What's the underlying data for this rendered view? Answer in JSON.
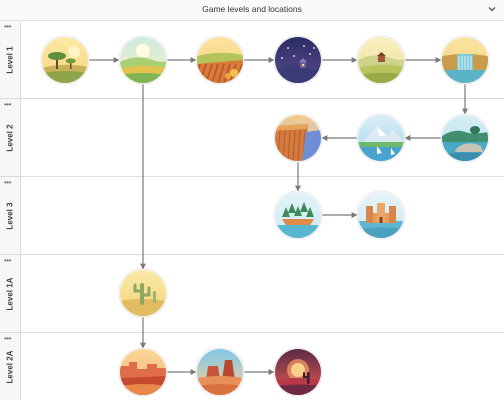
{
  "header": {
    "title": "Game levels and locations",
    "chevron_icon": "chevron-down-icon"
  },
  "lanes": [
    {
      "label": "Level 1"
    },
    {
      "label": "Level 2"
    },
    {
      "label": "Level 3"
    },
    {
      "label": "Level 1A"
    },
    {
      "label": "Level 2A"
    }
  ],
  "nodes": [
    {
      "id": "savanna",
      "scene": "savanna",
      "lane": 0
    },
    {
      "id": "meadow",
      "scene": "meadow",
      "lane": 0
    },
    {
      "id": "autumn-fields",
      "scene": "autumn-fields",
      "lane": 0
    },
    {
      "id": "night-village",
      "scene": "night",
      "lane": 0
    },
    {
      "id": "farm-hills",
      "scene": "farm-hills",
      "lane": 0
    },
    {
      "id": "waterfall-valley",
      "scene": "waterfall",
      "lane": 0
    },
    {
      "id": "seaside-rocks",
      "scene": "seaside",
      "lane": 1
    },
    {
      "id": "mountain-lake",
      "scene": "mountain-lake",
      "lane": 1
    },
    {
      "id": "cliff-sea",
      "scene": "cliff",
      "lane": 1
    },
    {
      "id": "forest-island",
      "scene": "island",
      "lane": 2
    },
    {
      "id": "castle-shore",
      "scene": "castle",
      "lane": 2
    },
    {
      "id": "cactus-desert",
      "scene": "cactus",
      "lane": 3
    },
    {
      "id": "red-canyon",
      "scene": "canyon",
      "lane": 4
    },
    {
      "id": "mesa-desert",
      "scene": "mesa",
      "lane": 4
    },
    {
      "id": "desert-sunset",
      "scene": "sunset",
      "lane": 4
    }
  ],
  "edges": [
    [
      "savanna",
      "meadow"
    ],
    [
      "meadow",
      "autumn-fields"
    ],
    [
      "autumn-fields",
      "night-village"
    ],
    [
      "night-village",
      "farm-hills"
    ],
    [
      "farm-hills",
      "waterfall-valley"
    ],
    [
      "waterfall-valley",
      "seaside-rocks"
    ],
    [
      "seaside-rocks",
      "mountain-lake"
    ],
    [
      "mountain-lake",
      "cliff-sea"
    ],
    [
      "cliff-sea",
      "forest-island"
    ],
    [
      "forest-island",
      "castle-shore"
    ],
    [
      "meadow",
      "cactus-desert"
    ],
    [
      "cactus-desert",
      "red-canyon"
    ],
    [
      "red-canyon",
      "mesa-desert"
    ],
    [
      "mesa-desert",
      "desert-sunset"
    ]
  ],
  "colors": {
    "edge": "#7a7a7a",
    "lane_border": "#dcdcdc",
    "gutter": "#f7f7f7"
  }
}
